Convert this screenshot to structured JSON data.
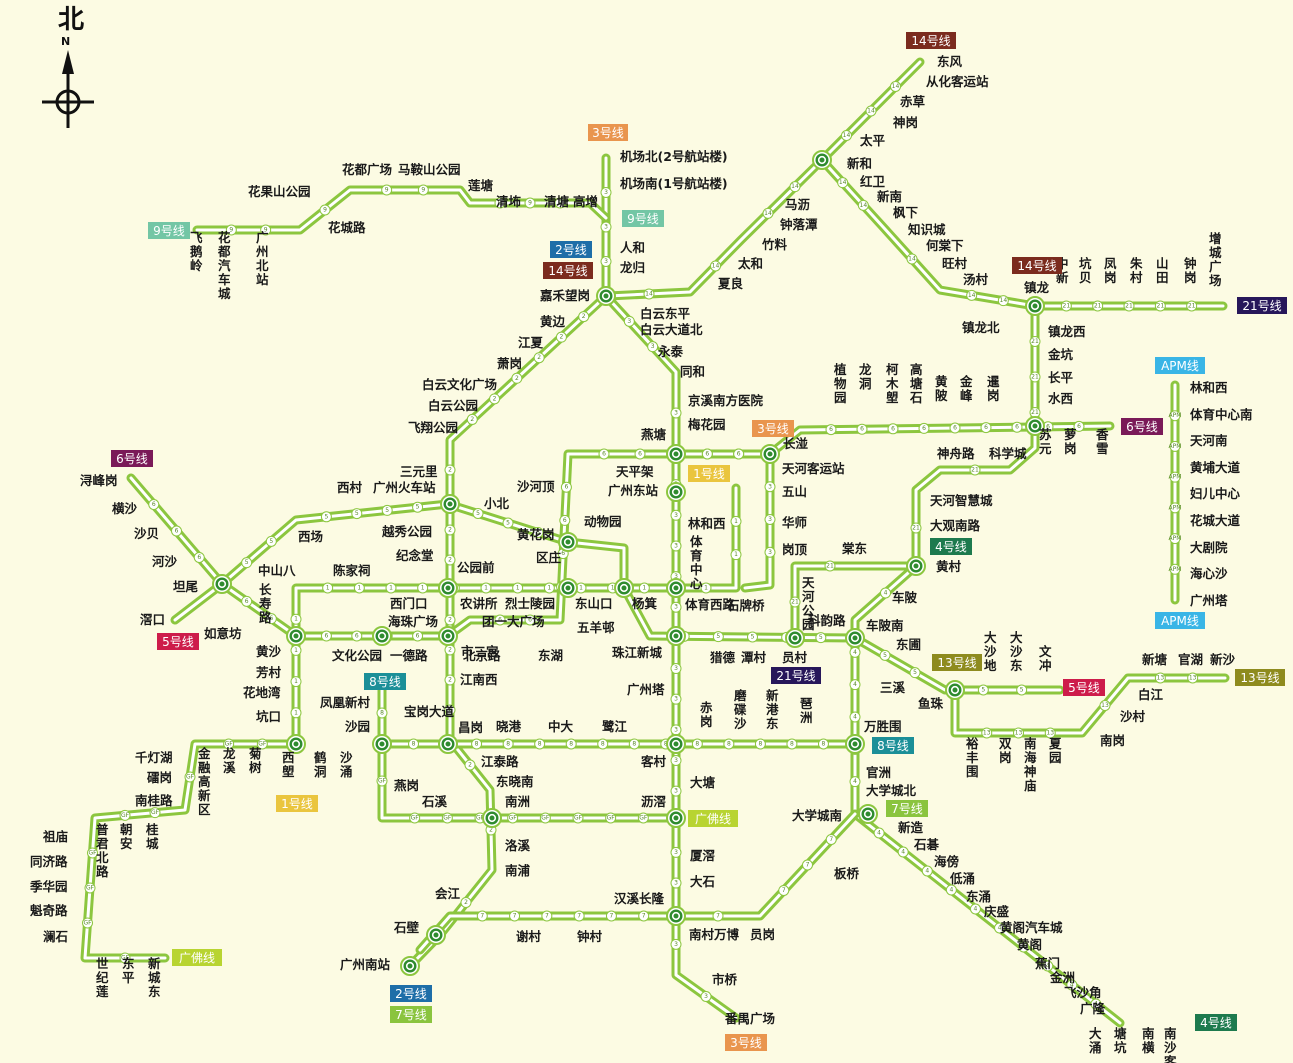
{
  "compass": {
    "label": "北",
    "n": "N"
  },
  "colors": {
    "route": "#8cc63f",
    "interchange": "#2e8b2e",
    "badge": {
      "1号线": "#eac53e",
      "2号线": "#1e6ea8",
      "3号线": "#e9954e",
      "4号线": "#1d7a4e",
      "5号线": "#cd1c4a",
      "6号线": "#7a1a58",
      "7号线": "#8ac43e",
      "8号线": "#1b8f98",
      "9号线": "#73c6a5",
      "13号线": "#8e8b1e",
      "14号线": "#7b2b1e",
      "21号线": "#27175a",
      "广佛线": "#b8d431",
      "APM线": "#39b5e6"
    }
  },
  "line_badges": [
    {
      "text": "14号线",
      "line": "14号线"
    },
    {
      "text": "3号线",
      "line": "3号线"
    },
    {
      "text": "9号线",
      "line": "9号线"
    },
    {
      "text": "9号线",
      "line": "9号线"
    },
    {
      "text": "2号线",
      "line": "2号线"
    },
    {
      "text": "14号线",
      "line": "14号线"
    },
    {
      "text": "14号线",
      "line": "14号线"
    },
    {
      "text": "21号线",
      "line": "21号线"
    },
    {
      "text": "APM线",
      "line": "APM线"
    },
    {
      "text": "6号线",
      "line": "6号线"
    },
    {
      "text": "3号线",
      "line": "3号线"
    },
    {
      "text": "1号线",
      "line": "1号线"
    },
    {
      "text": "6号线",
      "line": "6号线"
    },
    {
      "text": "4号线",
      "line": "4号线"
    },
    {
      "text": "APM线",
      "line": "APM线"
    },
    {
      "text": "5号线",
      "line": "5号线"
    },
    {
      "text": "8号线",
      "line": "8号线"
    },
    {
      "text": "21号线",
      "line": "21号线"
    },
    {
      "text": "13号线",
      "line": "13号线"
    },
    {
      "text": "5号线",
      "line": "5号线"
    },
    {
      "text": "13号线",
      "line": "13号线"
    },
    {
      "text": "8号线",
      "line": "8号线"
    },
    {
      "text": "1号线",
      "line": "1号线"
    },
    {
      "text": "7号线",
      "line": "7号线"
    },
    {
      "text": "广佛线",
      "line": "广佛线"
    },
    {
      "text": "广佛线",
      "line": "广佛线"
    },
    {
      "text": "2号线",
      "line": "2号线"
    },
    {
      "text": "7号线",
      "line": "7号线"
    },
    {
      "text": "3号线",
      "line": "3号线"
    },
    {
      "text": "4号线",
      "line": "4号线"
    }
  ],
  "station_labels": [
    "东风",
    "从化客运站",
    "赤草",
    "神岗",
    "太平",
    "新和",
    "红卫",
    "新南",
    "枫下",
    "知识城",
    "何棠下",
    "旺村",
    "汤村",
    "镇龙",
    "镇龙北",
    "机场北(2号航站楼)",
    "机场南(1号航站楼)",
    "人和",
    "龙归",
    "嘉禾望岗",
    "白云东平",
    "白云大道北",
    "永泰",
    "同和",
    "京溪南方医院",
    "梅花园",
    "燕塘",
    "马沥",
    "钟落潭",
    "竹料",
    "太和",
    "夏良",
    "花都广场",
    "马鞍山公园",
    "花果山公园",
    "莲塘",
    "清㘵",
    "清塘",
    "高增",
    "花城路",
    "飞鹅岭",
    "花都汽车城",
    "广州北站",
    "黄边",
    "江夏",
    "萧岗",
    "白云文化广场",
    "白云公园",
    "飞翔公园",
    "三元里",
    "广州火车站",
    "小北",
    "越秀公园",
    "纪念堂",
    "公园前",
    "海珠广场",
    "市二宫",
    "江南西",
    "昌岗",
    "江泰路",
    "东晓南",
    "南洲",
    "洛溪",
    "南浦",
    "会江",
    "石壁",
    "广州南站",
    "中新",
    "坑贝",
    "凤岗",
    "朱村",
    "山田",
    "钟岗",
    "增城广场",
    "镇龙西",
    "金坑",
    "长平",
    "水西",
    "苏元",
    "萝岗",
    "香雪",
    "科学城",
    "神舟路",
    "天河智慧城",
    "大观南路",
    "林和西",
    "体育中心南",
    "天河南",
    "黄埔大道",
    "妇儿中心",
    "花城大道",
    "大剧院",
    "海心沙",
    "广州塔",
    "浔峰岗",
    "横沙",
    "沙贝",
    "河沙",
    "坦尾",
    "如意坊",
    "黄沙",
    "文化公园",
    "一德路",
    "北京路",
    "团一大广场",
    "东湖",
    "东山口",
    "区庄",
    "黄花岗",
    "沙河顶",
    "天平架",
    "长湴",
    "植物园",
    "龙洞",
    "柯木塱",
    "高塘石",
    "黄陂",
    "金峰",
    "暹岗",
    "天河客运站",
    "五山",
    "华师",
    "岗顶",
    "石牌桥",
    "体育西路",
    "体育中心",
    "林和西",
    "广州东站",
    "西村",
    "西场",
    "中山八",
    "长寿路",
    "陈家祠",
    "西门口",
    "农讲所",
    "烈士陵园",
    "杨箕",
    "滘口",
    "芳村",
    "花地湾",
    "坑口",
    "西塱",
    "鹤洞",
    "沙涌",
    "沙园",
    "宝岗大道",
    "晓港",
    "中大",
    "鹭江",
    "客村",
    "赤岗",
    "磨碟沙",
    "新港东",
    "琶洲",
    "万胜围",
    "动物园",
    "五羊邨",
    "珠江新城",
    "猎德",
    "潭村",
    "员村",
    "科韵路",
    "车陂南",
    "东圃",
    "三溪",
    "鱼珠",
    "大沙地",
    "大沙东",
    "文冲",
    "车陂",
    "黄村",
    "棠东",
    "天河公园",
    "官洲",
    "大学城北",
    "大学城南",
    "新造",
    "石碁",
    "海傍",
    "低涌",
    "东涌",
    "庆盛",
    "黄阁汽车城",
    "黄阁",
    "蕉门",
    "金洲",
    "飞沙角",
    "广隆",
    "大涌",
    "塘坑",
    "南横",
    "南沙客运港",
    "新塘",
    "官湖",
    "新沙",
    "白江",
    "沙村",
    "南岗",
    "夏园",
    "南海神庙",
    "双岗",
    "裕丰围",
    "广州塔",
    "大塘",
    "沥滘",
    "厦滘",
    "大石",
    "汉溪长隆",
    "市桥",
    "番禺广场",
    "南村万博",
    "员岗",
    "板桥",
    "谢村",
    "钟村",
    "千灯湖",
    "礌岗",
    "南桂路",
    "祖庙",
    "同济路",
    "季华园",
    "魁奇路",
    "澜石",
    "世纪莲",
    "东平",
    "新城东",
    "普君北路",
    "朝安",
    "桂城",
    "金融高新区",
    "龙溪",
    "菊树",
    "凤凰新村",
    "燕岗",
    "石溪"
  ]
}
